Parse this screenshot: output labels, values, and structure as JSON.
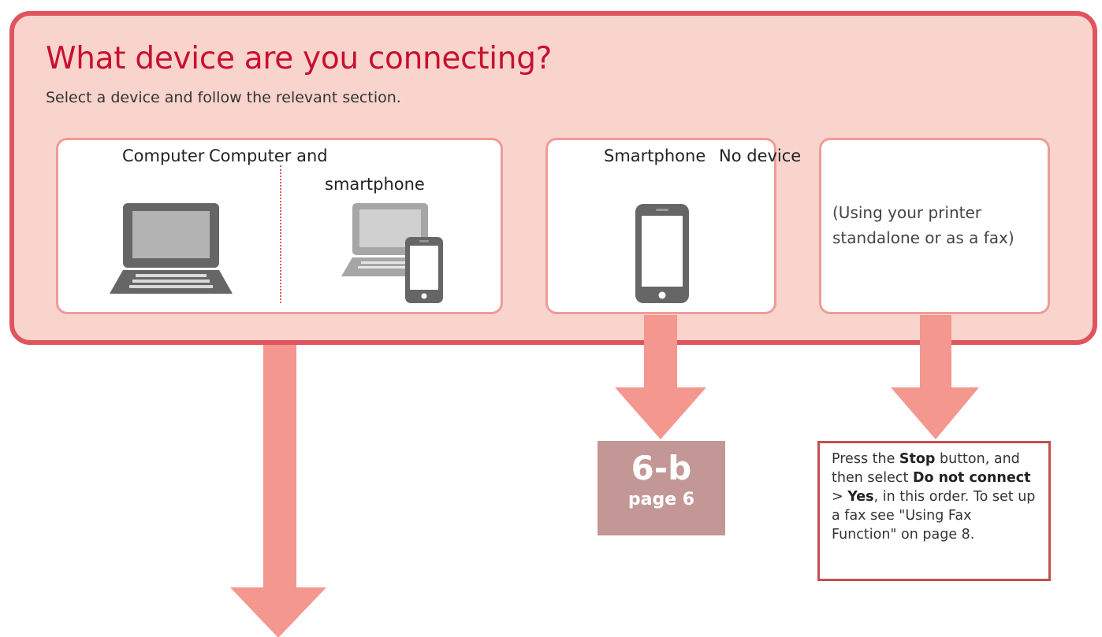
{
  "panel": {
    "title": "What device are you connecting?",
    "subtitle": "Select a device and follow the relevant section."
  },
  "cards": {
    "computer_label": "Computer",
    "computer_smartphone_label_1": "Computer and",
    "computer_smartphone_label_2": "smartphone",
    "smartphone_label": "Smartphone",
    "no_device_label": "No device",
    "no_device_note": "(Using your printer standalone or as a fax)"
  },
  "results": {
    "smartphone_section": "6-b",
    "smartphone_page": "page 6",
    "instruction": {
      "t1": "Press the ",
      "b1": "Stop",
      "t2": " button, and then select ",
      "b2": "Do not connect",
      "t3": " > ",
      "b3": "Yes",
      "t4": ", in this order. To set up a fax see \"Using Fax Function\" on page 8."
    }
  },
  "icons": {
    "laptop": "laptop-icon",
    "laptop_and_phone": "laptop-smartphone-icon",
    "phone": "smartphone-icon",
    "arrow": "arrow-down-icon"
  },
  "colors": {
    "panel_border": "#e0545f",
    "panel_fill": "#f8d4cd",
    "title": "#c8102e",
    "arrow": "#f4978f",
    "page_box": "#c29795",
    "icon_gray": "#666666"
  }
}
